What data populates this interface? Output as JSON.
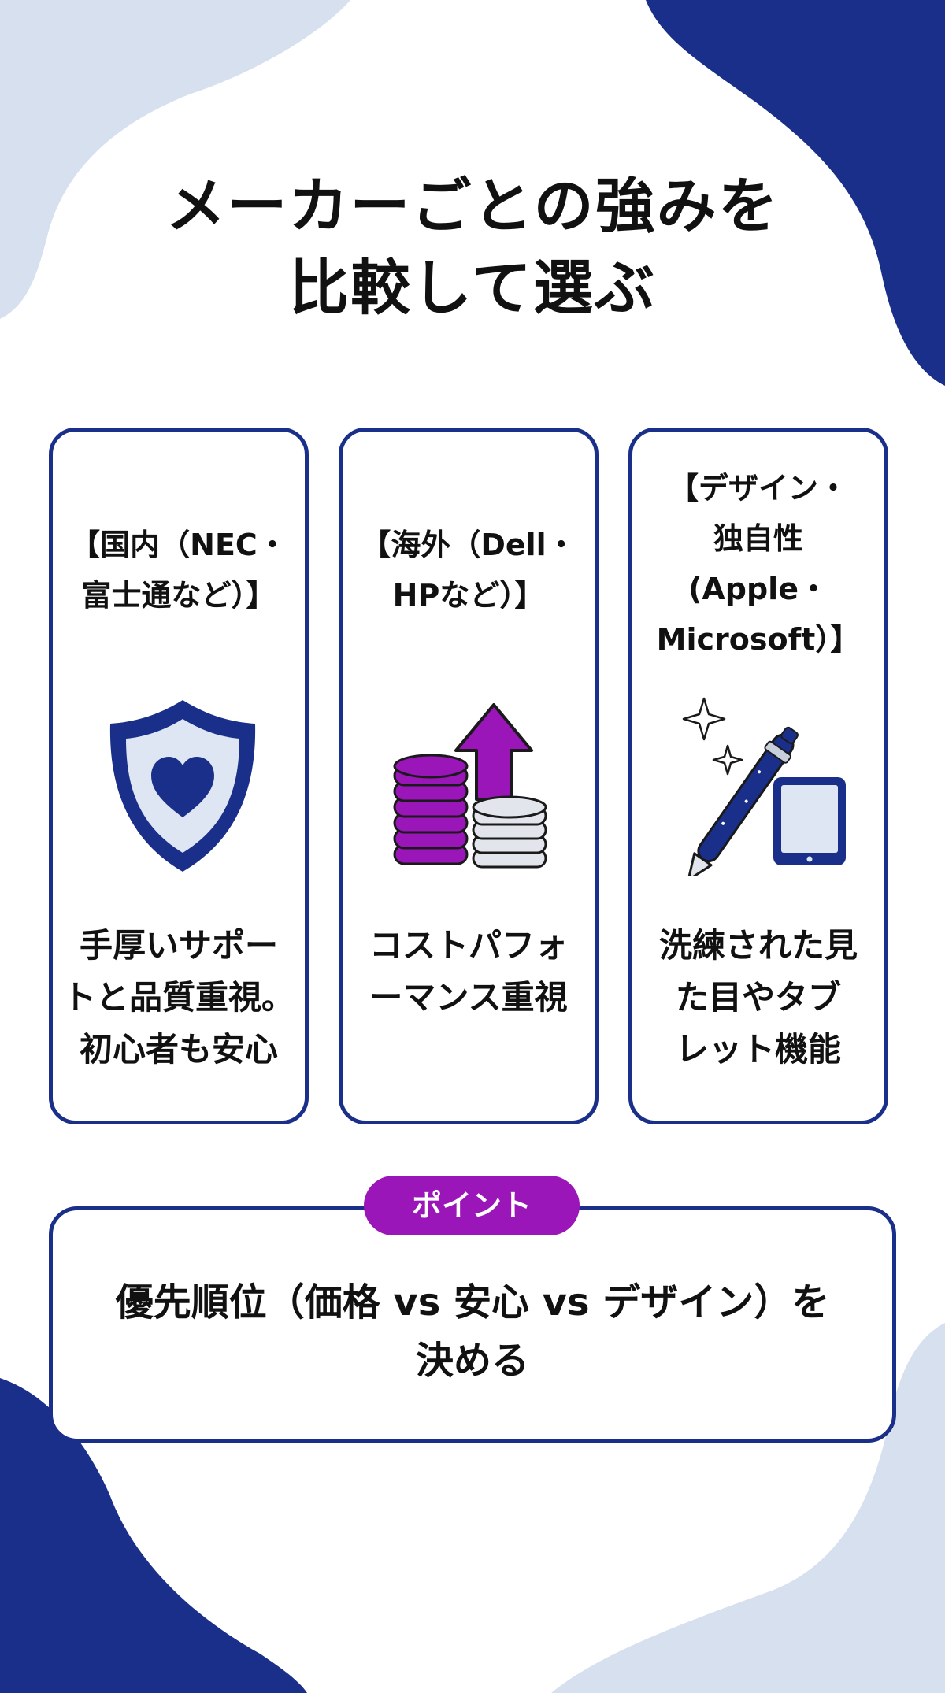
{
  "title": {
    "line1": "メーカーごとの強みを",
    "line2": "比較して選ぶ"
  },
  "cards": [
    {
      "label_lines": [
        "【国内（NEC・",
        "富士通など）】"
      ],
      "icon": "shield-heart-icon",
      "desc_lines": [
        "手厚いサポー",
        "トと品質重視。",
        "初心者も安心"
      ]
    },
    {
      "label_lines": [
        "【海外（Dell・",
        "HPなど）】"
      ],
      "icon": "coins-up-arrow-icon",
      "desc_lines": [
        "コストパフォ",
        "ーマンス重視"
      ]
    },
    {
      "label_lines": [
        "【デザイン・",
        "独自性",
        "(Apple・",
        "Microsoft）】"
      ],
      "icon": "pen-tablet-icon",
      "desc_lines": [
        "洗練された見",
        "た目やタブ",
        "レット機能"
      ]
    }
  ],
  "point": {
    "badge": "ポイント",
    "text_line1": "優先順位（価格 vs 安心 vs デザイン）を",
    "text_line2": "決める"
  },
  "colors": {
    "navy": "#1a2f8a",
    "purple": "#9b16b8",
    "light_blue": "#d6e0ee",
    "icon_fill": "#dde6f2"
  }
}
